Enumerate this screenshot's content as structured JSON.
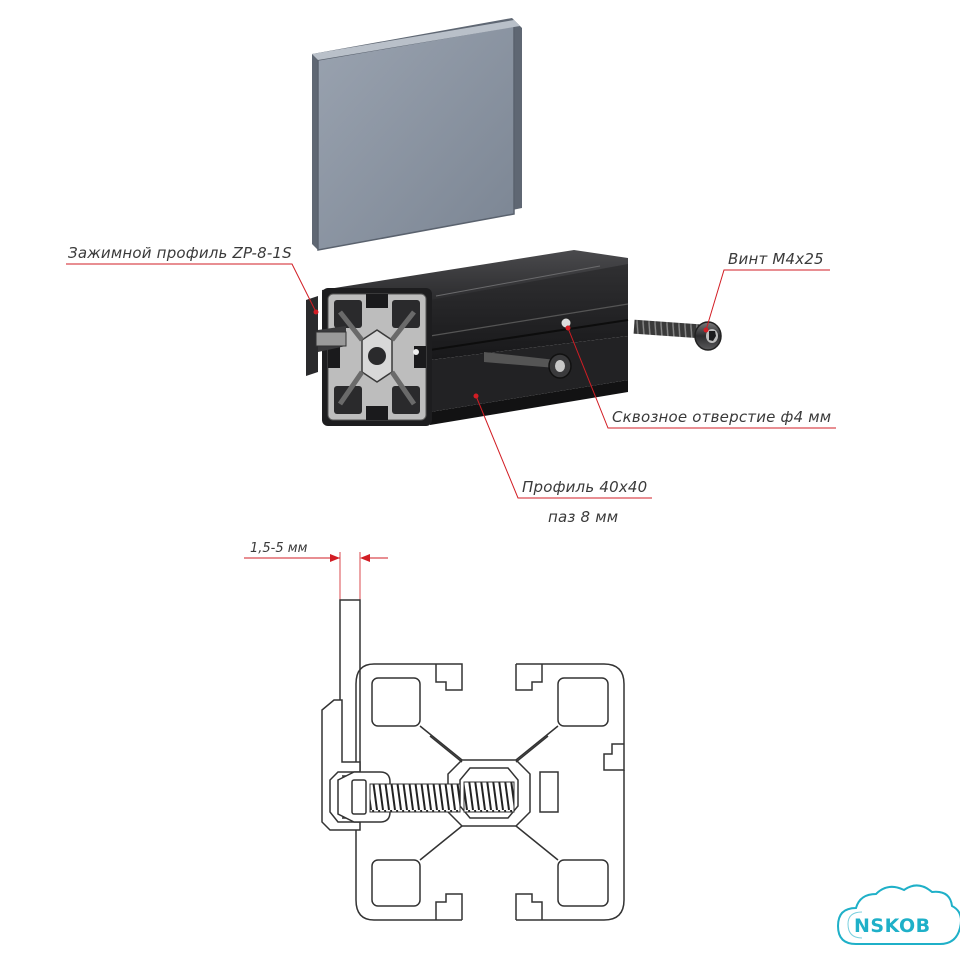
{
  "labels": {
    "clamp_profile": "Зажимной профиль ZP-8-1S",
    "screw": "Винт M4x25",
    "through_hole": "Сквозное отверстие ф4 мм",
    "profile_line1": "Профиль 40x40",
    "profile_line2": "паз 8 мм",
    "thickness": "1,5-5 мм"
  },
  "logo": {
    "text": "NSKOB"
  },
  "colors": {
    "callout_line": "#d21d24",
    "panel_fill": "#8d96a3",
    "profile_dark": "#2b2b2d",
    "profile_light": "#c9c9c9",
    "outline": "#333333",
    "logo": "#1fb0c8"
  },
  "icons": {
    "watermark": "cloud-logo-icon"
  }
}
